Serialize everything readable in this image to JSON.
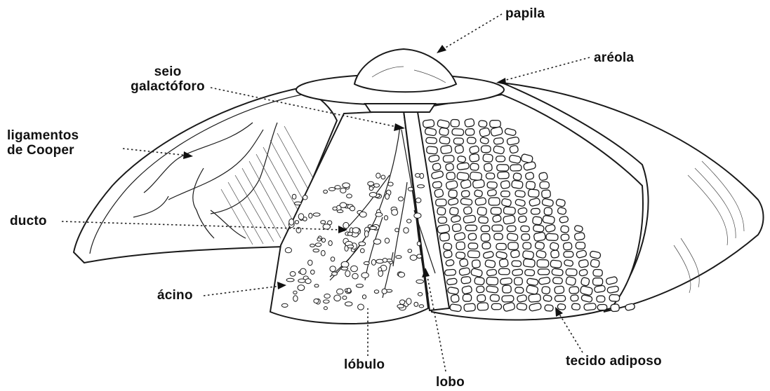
{
  "labels": {
    "papila": "papila",
    "areola": "aréola",
    "seio_line1": "seio",
    "seio_line2": "galactóforo",
    "ligamentos_line1": "ligamentos",
    "ligamentos_line2": "de Cooper",
    "ducto": "ducto",
    "acino": "ácino",
    "lobulo": "lóbulo",
    "lobo": "lobo",
    "tecido_adiposo": "tecido adiposo"
  }
}
